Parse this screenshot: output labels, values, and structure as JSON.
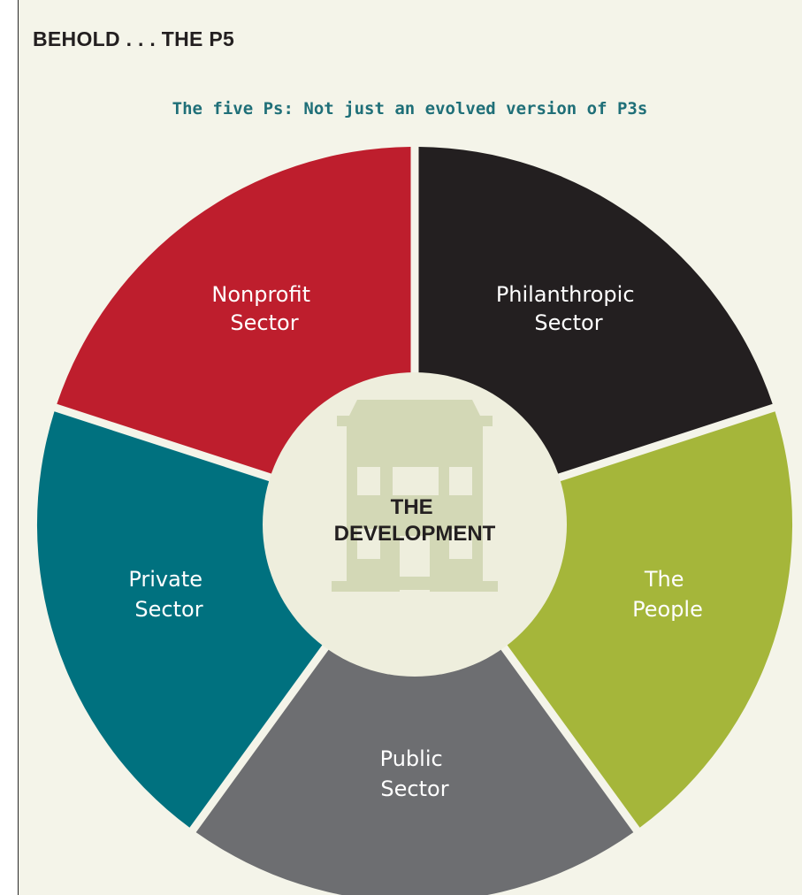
{
  "header": {
    "title": "BEHOLD . . . THE P5"
  },
  "subtitle": "The five Ps: Not just an evolved version of P3s",
  "center": {
    "line1": "THE",
    "line2": "DEVELOPMENT",
    "icon": "building-icon"
  },
  "colors": {
    "background": "#f4f4e9",
    "nonprofit": "#be1e2d",
    "philanthropic": "#231f20",
    "people": "#a5b63a",
    "public": "#6d6e71",
    "private": "#00717f",
    "center": "#eeeedd",
    "building": "#d3d8b6",
    "subtitle": "#1f6f78"
  },
  "segments": [
    {
      "id": "nonprofit",
      "line1": "Nonprofit",
      "line2": "Sector"
    },
    {
      "id": "philanthropic",
      "line1": "Philanthropic",
      "line2": "Sector"
    },
    {
      "id": "people",
      "line1": "The",
      "line2": "People"
    },
    {
      "id": "public",
      "line1": "Public",
      "line2": "Sector"
    },
    {
      "id": "private",
      "line1": "Private",
      "line2": "Sector"
    }
  ]
}
